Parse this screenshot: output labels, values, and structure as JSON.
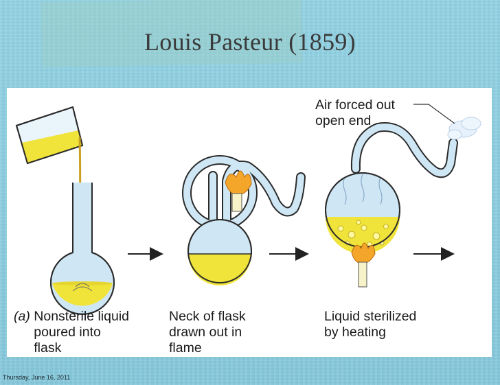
{
  "title": "Louis Pasteur (1859)",
  "footer": "Thursday, June 16, 2011",
  "figure": {
    "part_label": "(a)",
    "step1_caption": "Nonsterile liquid\npoured into\nflask",
    "step2_caption": "Neck of flask\ndrawn out in\nflame",
    "step3_caption": "Liquid sterilized\nby heating",
    "annotation": "Air forced out\nopen end"
  },
  "colors": {
    "liquid": "#f0e43a",
    "flask_glass": "#cfe7f5",
    "flask_outline": "#2b2b2b",
    "flame": "#f4a62a",
    "background": "#8fd0e2"
  }
}
